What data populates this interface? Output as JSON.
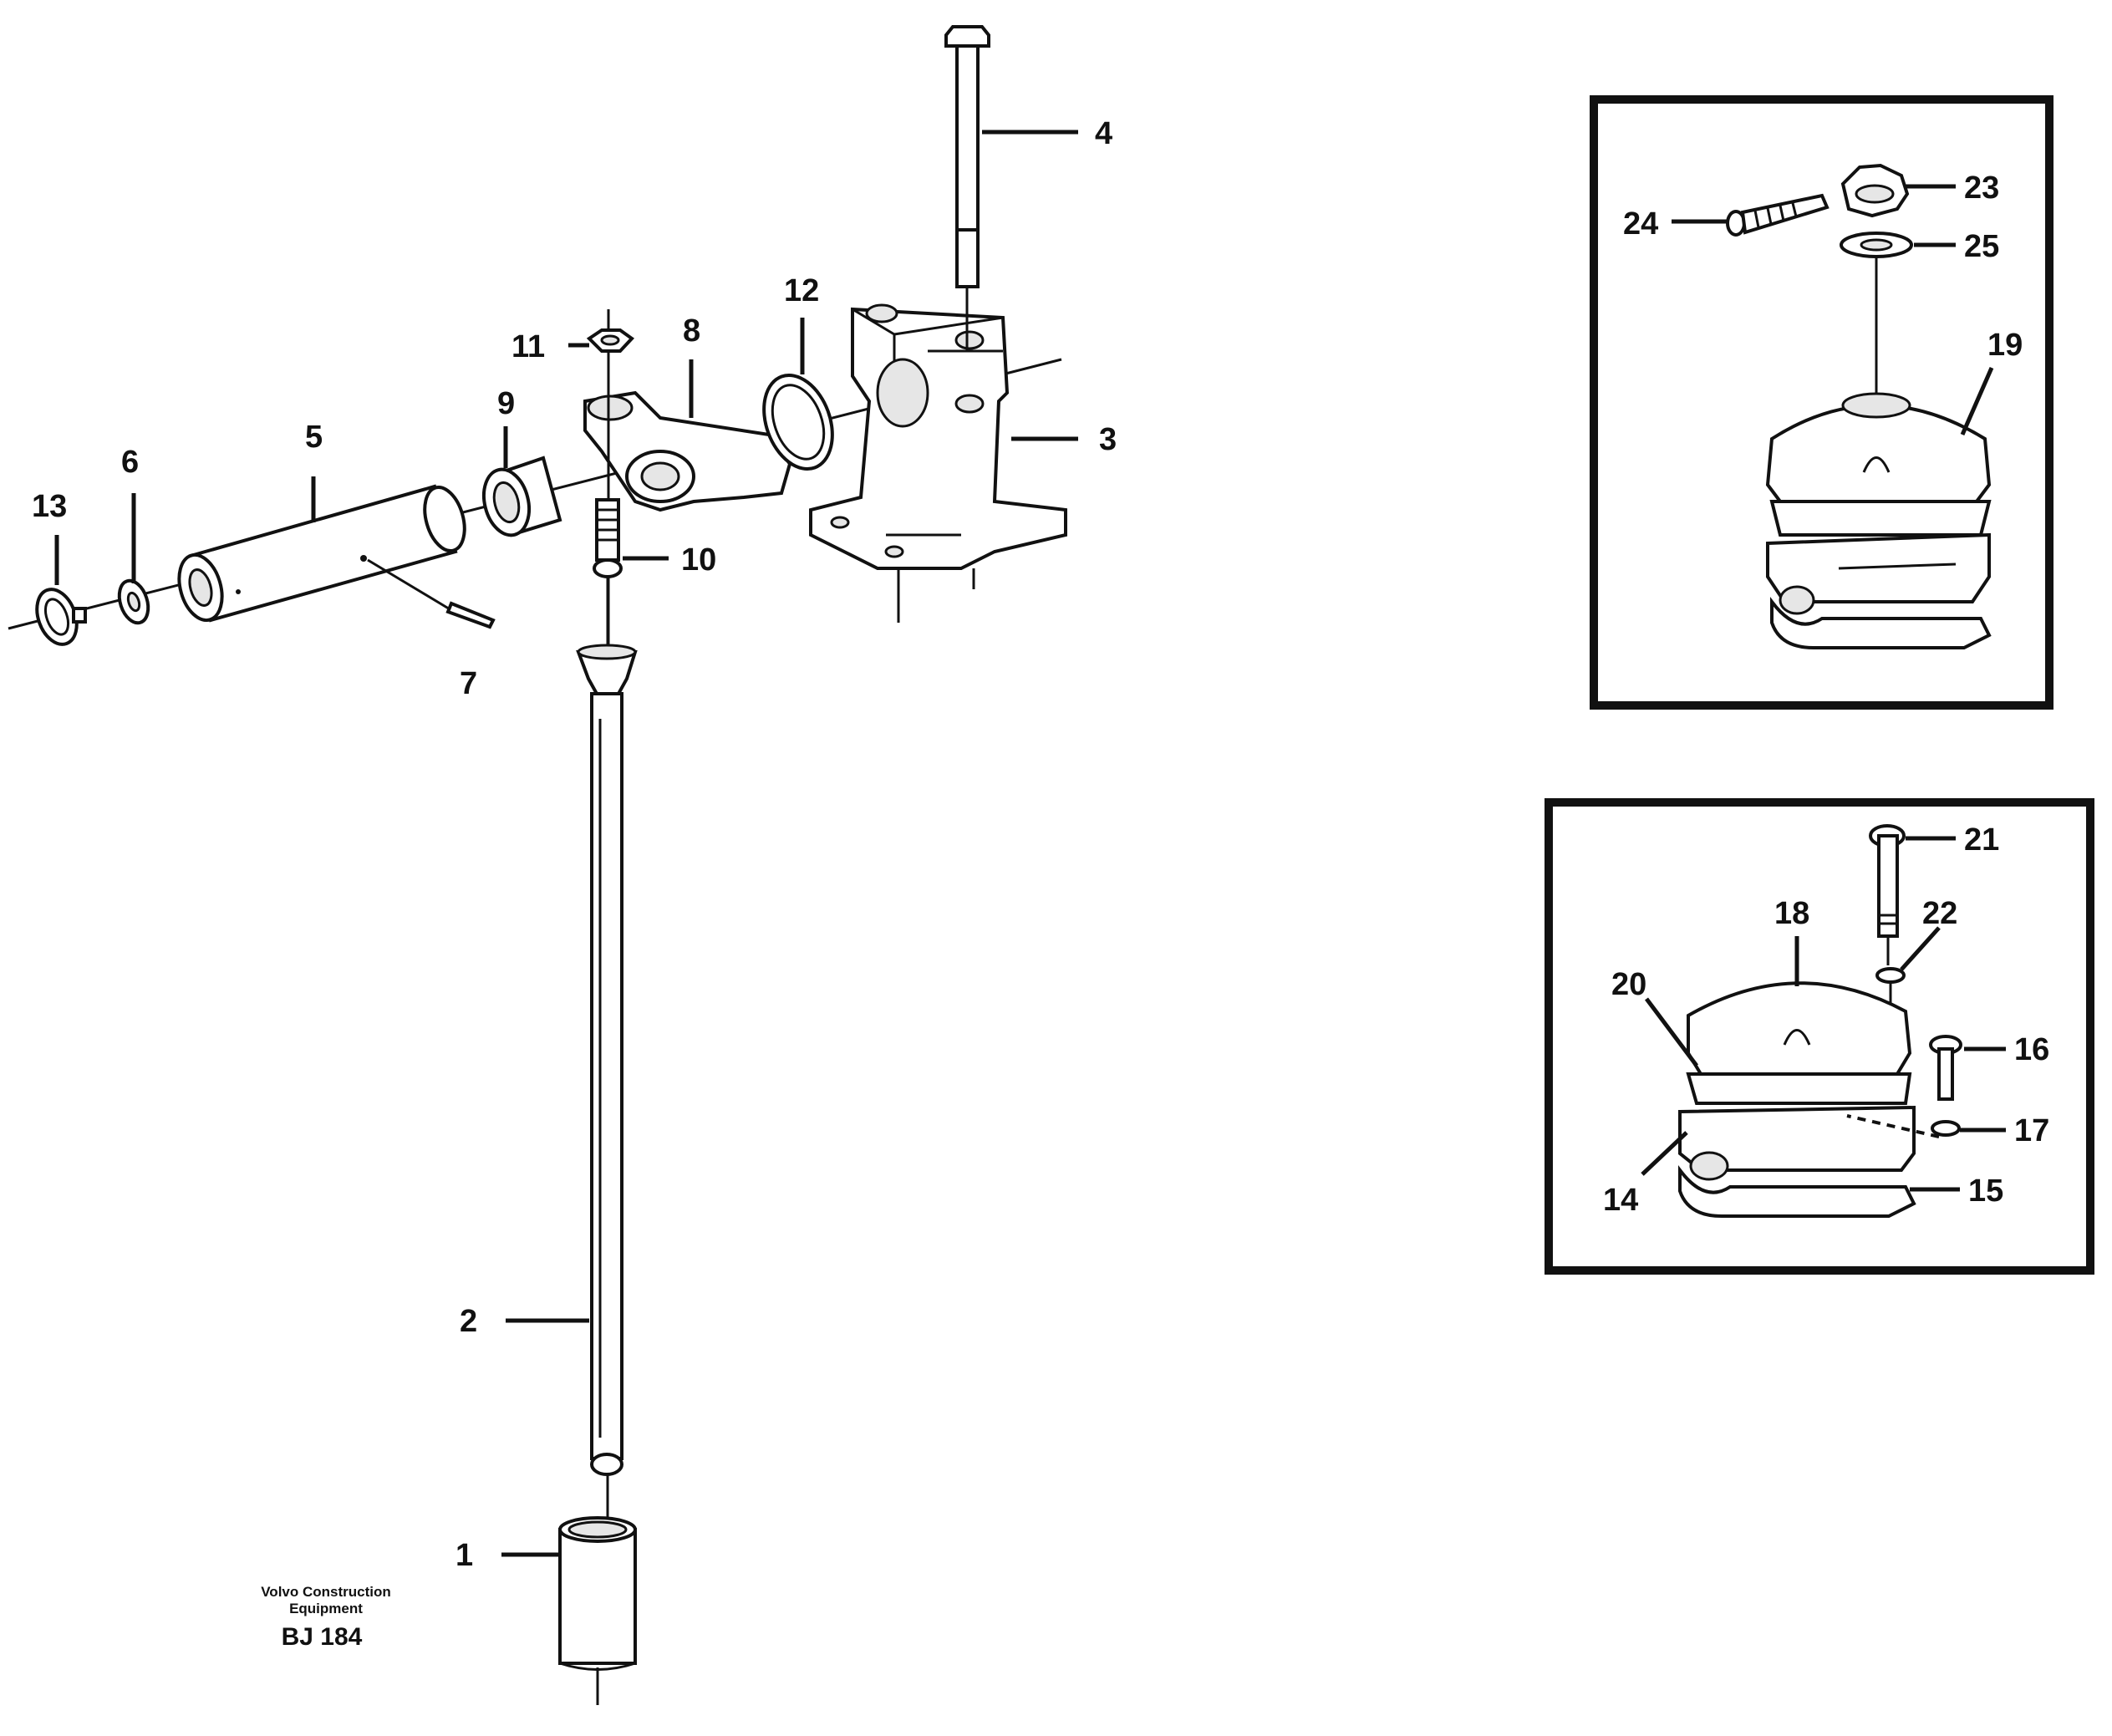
{
  "callouts": {
    "c1": "1",
    "c2": "2",
    "c3": "3",
    "c4": "4",
    "c5": "5",
    "c6": "6",
    "c7": "7",
    "c8": "8",
    "c9": "9",
    "c10": "10",
    "c11": "11",
    "c12": "12",
    "c13": "13",
    "c14": "14",
    "c15": "15",
    "c16": "16",
    "c17": "17",
    "c18": "18",
    "c19": "19",
    "c20": "20",
    "c21": "21",
    "c22": "22",
    "c23": "23",
    "c24": "24",
    "c25": "25"
  },
  "footer": {
    "maker_line1": "Volvo Construction",
    "maker_line2": "Equipment",
    "code": "BJ 184"
  }
}
